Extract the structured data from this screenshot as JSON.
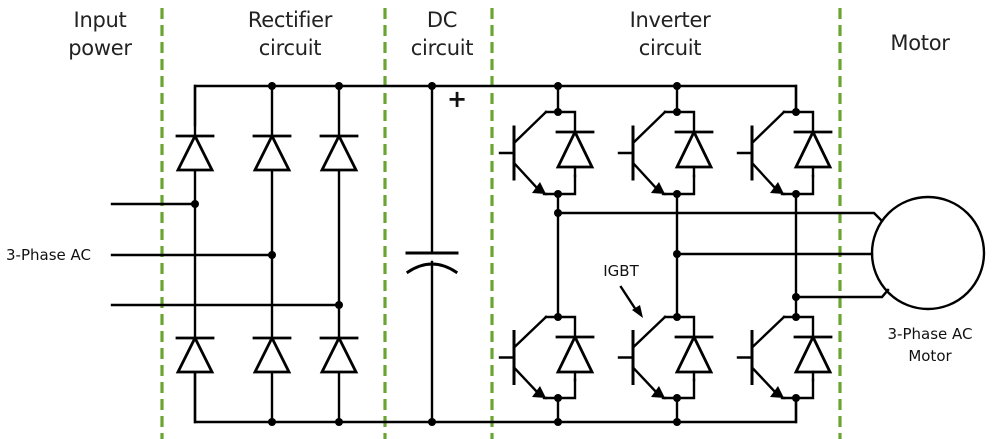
{
  "sections": [
    {
      "id": "input-power",
      "line1": "Input",
      "line2": "power"
    },
    {
      "id": "rectifier",
      "line1": "Rectifier",
      "line2": "circuit"
    },
    {
      "id": "dc",
      "line1": "DC",
      "line2": "circuit"
    },
    {
      "id": "inverter",
      "line1": "Inverter",
      "line2": "circuit"
    },
    {
      "id": "motor",
      "line1": "Motor",
      "line2": ""
    }
  ],
  "labels": {
    "ac_input": "3-Phase AC",
    "dc_polarity": "+",
    "igbt": "IGBT",
    "motor_line1": "3-Phase AC",
    "motor_line2": "Motor"
  },
  "colors": {
    "zone_divider": "#6aa532",
    "wire": "#000000",
    "text": "#222222"
  },
  "components": {
    "rectifier_diodes": 6,
    "dc_capacitors": 1,
    "igbt_switches": 6,
    "freewheel_diodes": 6,
    "ac_input_phases": 3,
    "motor_phases": 3
  }
}
